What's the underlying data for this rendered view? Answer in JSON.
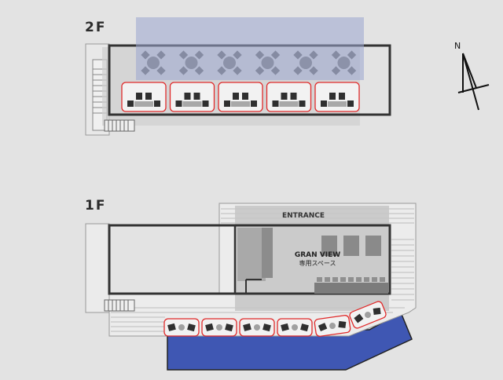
{
  "floors": {
    "second": {
      "label": "2F"
    },
    "first": {
      "label": "1F"
    }
  },
  "compass": {
    "north_label": "N"
  },
  "areas": {
    "entrance": {
      "label": "ENTRANCE"
    },
    "gran_view": {
      "title": "GRAN VIEW",
      "subtitle": "専用スペース"
    }
  },
  "colors": {
    "background": "#e3e3e3",
    "wall": "#3a3a3a",
    "seat_outline": "#e02a2a",
    "highlight_overlay": "#9aa6cf",
    "water": "#3f57b3"
  },
  "seating": {
    "second_floor_boxes": 5,
    "first_floor_boxes": 6,
    "round_tables_2f": 6
  }
}
